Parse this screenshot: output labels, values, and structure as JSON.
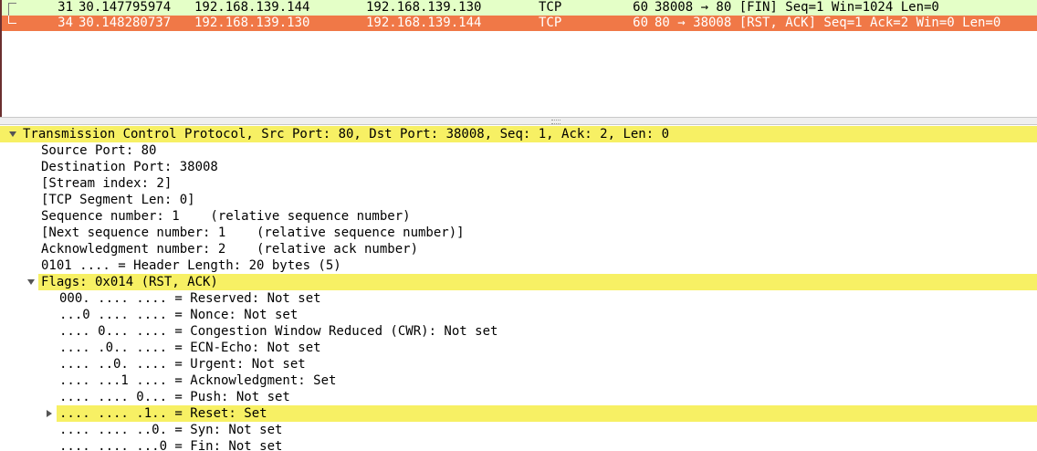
{
  "packet_list": {
    "rows": [
      {
        "no": "31",
        "time": "30.147795974",
        "source": "192.168.139.144",
        "destination": "192.168.139.130",
        "protocol": "TCP",
        "length": "60",
        "info": "38008 → 80 [FIN] Seq=1 Win=1024 Len=0",
        "row_color": "#e4ffc7"
      },
      {
        "no": "34",
        "time": "30.148280737",
        "source": "192.168.139.130",
        "destination": "192.168.139.144",
        "protocol": "TCP",
        "length": "60",
        "info": "80 → 38008 [RST, ACK] Seq=1 Ack=2 Win=0 Len=0",
        "row_color": "#f07847",
        "selected": true
      }
    ]
  },
  "details": {
    "tcp_header": "Transmission Control Protocol, Src Port: 80, Dst Port: 38008, Seq: 1, Ack: 2, Len: 0",
    "fields": [
      "Source Port: 80",
      "Destination Port: 38008",
      "[Stream index: 2]",
      "[TCP Segment Len: 0]",
      "Sequence number: 1    (relative sequence number)",
      "[Next sequence number: 1    (relative sequence number)]",
      "Acknowledgment number: 2    (relative ack number)",
      "0101 .... = Header Length: 20 bytes (5)"
    ],
    "flags_header": "Flags: 0x014 (RST, ACK)",
    "flags": [
      "000. .... .... = Reserved: Not set",
      "...0 .... .... = Nonce: Not set",
      ".... 0... .... = Congestion Window Reduced (CWR): Not set",
      ".... .0.. .... = ECN-Echo: Not set",
      ".... ..0. .... = Urgent: Not set",
      ".... ...1 .... = Acknowledgment: Set",
      ".... .... 0... = Push: Not set",
      ".... .... .1.. = Reset: Set",
      ".... .... ..0. = Syn: Not set",
      ".... .... ...0 = Fin: Not set"
    ]
  },
  "colors": {
    "highlight": "#f7f064",
    "fin_row": "#e4ffc7",
    "rst_row": "#f07847"
  }
}
